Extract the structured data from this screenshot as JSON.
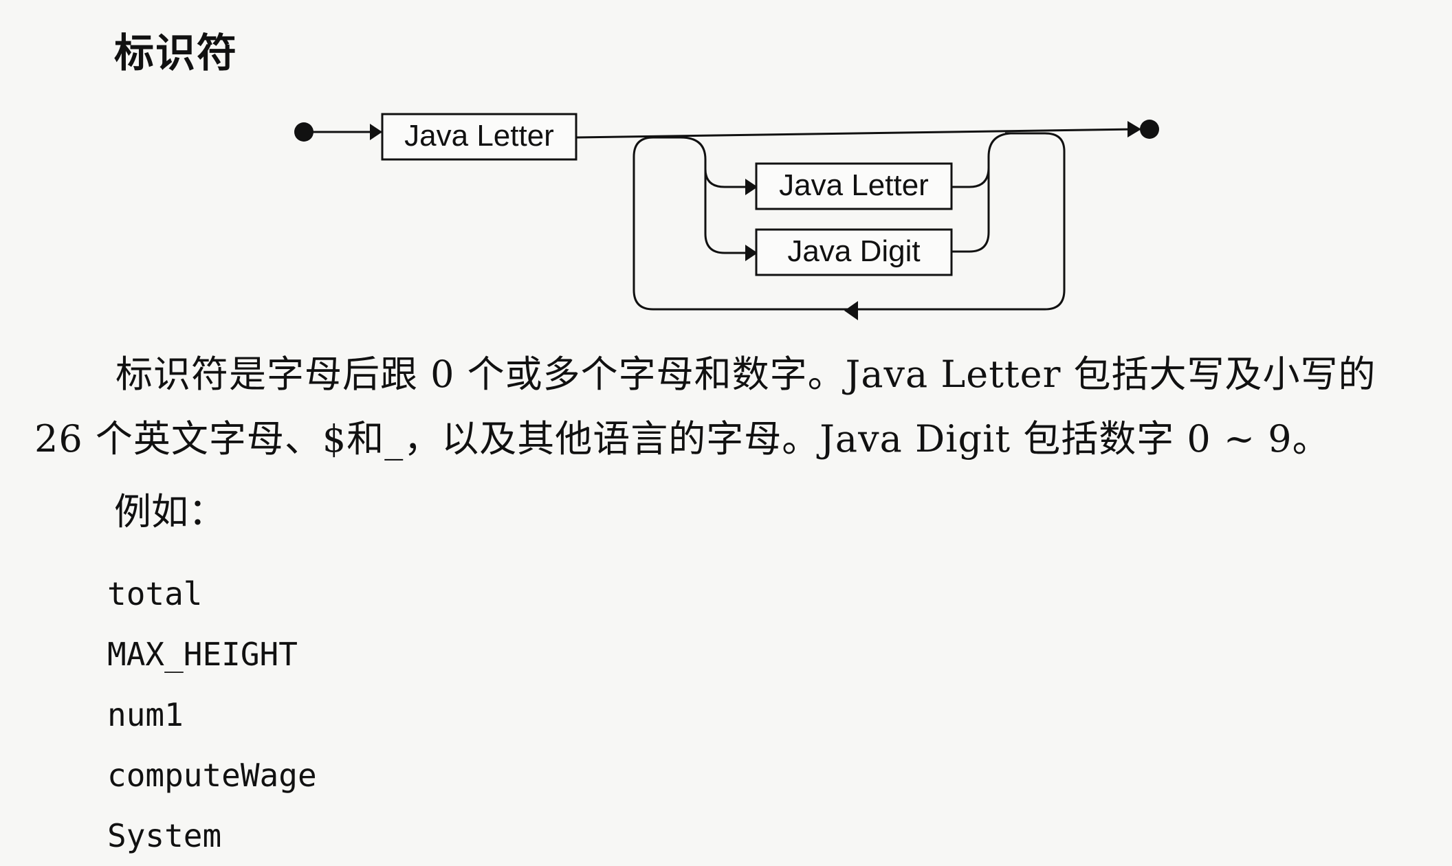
{
  "heading": "标识符",
  "diagram": {
    "box_main": "Java Letter",
    "box_letter": "Java Letter",
    "box_digit": "Java Digit"
  },
  "paragraph": "标识符是字母后跟 0 个或多个字母和数字。Java Letter 包括大写及小写的 26 个英文字母、$和_，以及其他语言的字母。Java Digit 包括数字 0 ~ 9。",
  "example_label": "例如：",
  "code_lines": [
    "total",
    "MAX_HEIGHT",
    "num1",
    "computeWage",
    "System"
  ]
}
